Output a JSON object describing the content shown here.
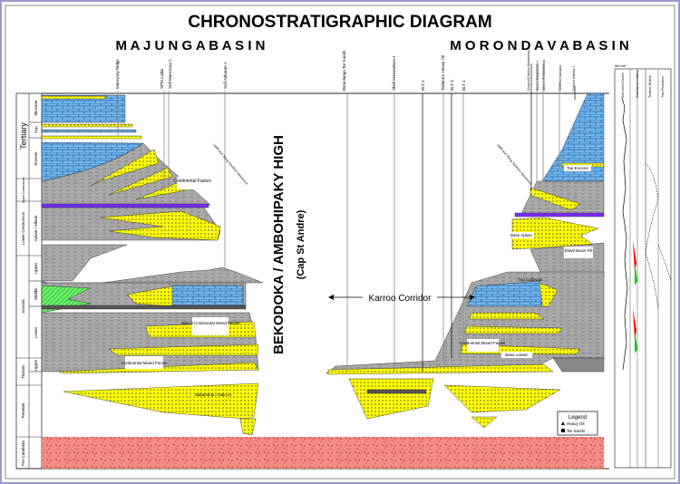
{
  "title": "CHRONOSTRATIGRAPHIC   DIAGRAM",
  "basins": {
    "left": "M A J U N G A   B A S I N",
    "right": "M O R O N D A V A   B A S I N"
  },
  "high": {
    "name": "BEKODOKA / AMBOHIPAKY HIGH",
    "sub": "(Cap St Andre)"
  },
  "corridor": "Karroo Corridor",
  "eras": {
    "tertiary": "Tertiary",
    "upper_cret": "Upper Cretaceous",
    "lower_cret": "Lower Cretaceous",
    "jurassic": "Jurassic",
    "triassic": "Triassic",
    "permian": "Permian",
    "precambrian": "Pre-Cambrian"
  },
  "periods": {
    "miocene": "Miocene",
    "oligocene": "Oligo",
    "eocene": "Eocene",
    "aptian": "Aptian / Albian",
    "upper": "Upper",
    "middle": "Middle",
    "lower": "Lower",
    "tri_upper": "Upper"
  },
  "wells_left": [
    "Marovoay Ridge",
    "SPM Ludia",
    "Sofi Marovoay-1",
    "Sofi Ankaran-1"
  ],
  "wells_right": [
    "Bemolanga Tar Sands",
    "Shell Manandaza-1",
    "BLT 2",
    "Tsimiroro Heavy Oil",
    "BLT 3",
    "BLT 1",
    "Conoco/Chevron Ankamena-1",
    "Amoco Manambolo-1",
    "Amoco W Manambolo",
    "Chevron Namakia",
    "Conoco Hetosa-1"
  ],
  "labels": {
    "continental_facies": "Continental Facies",
    "isalo3": "Isalo II Continental Mixed Facies",
    "continental_mixed": "Continental Mixed Facies",
    "sakamena": "Sakamena / Isalo IA",
    "top_callovian": "Top Callovian",
    "base_liassic": "Base Liassic",
    "continental_mixed_r": "Continental Mixed Facies",
    "top_eocene": "Top Eocene",
    "base_aptian": "Base Aptian",
    "distal_basin": "Distal Basin Fill",
    "uplift": "Uplift and Tilting Southern Movement",
    "uplift_r": "Uplift and Tilting Southern Movement"
  },
  "legend": {
    "title": "Legend",
    "items": [
      "Heavy Oil",
      "Tar Sands"
    ]
  },
  "side_panel": {
    "header": "Ma  m/f",
    "columns": [
      "Sea Level Curves",
      "Subsidence History",
      "Tectonic History",
      "Trap Formation"
    ]
  },
  "colors": {
    "shale": "#a8a8a8",
    "sand": "#ffff00",
    "limestone": "#6fb4ec",
    "basement": "#f28b82",
    "volcanic": "#7b2cff",
    "carbonate_green": "#66ee66"
  }
}
